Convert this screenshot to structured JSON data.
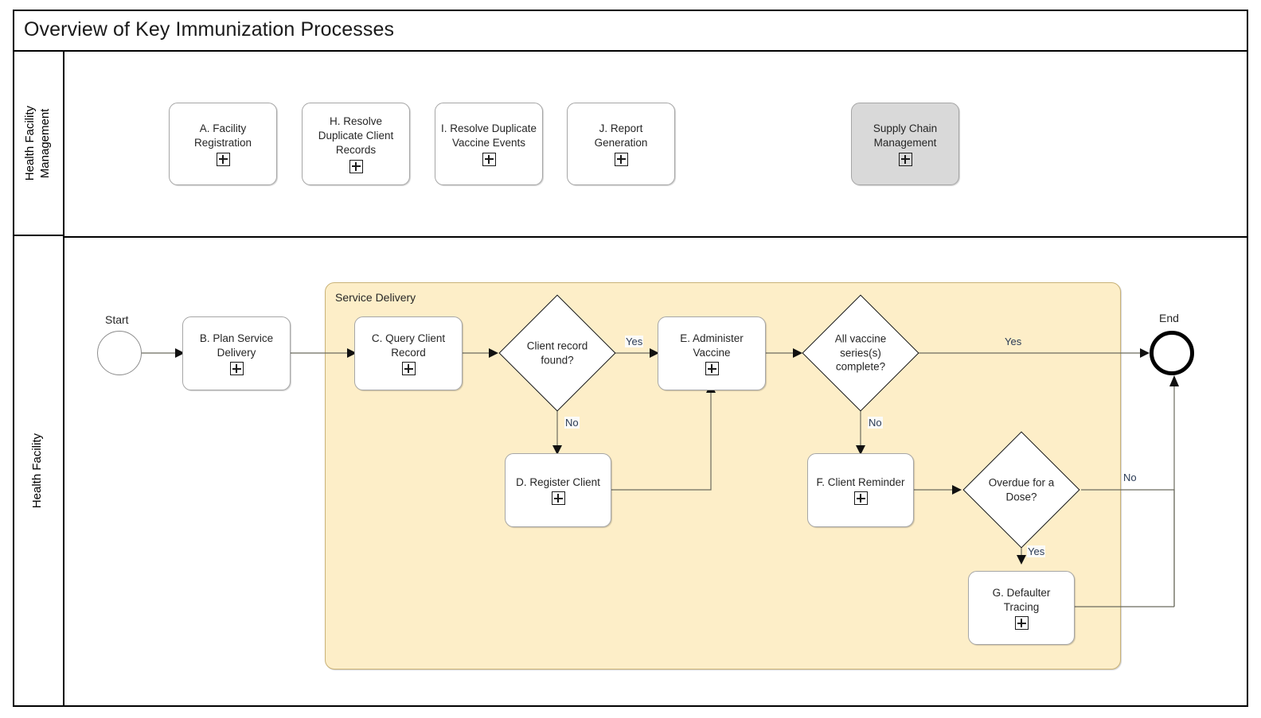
{
  "diagram": {
    "title": "Overview of Key Immunization Processes",
    "lanes": [
      {
        "id": "health-facility-management",
        "label": "Health Facility\nManagement"
      },
      {
        "id": "health-facility",
        "label": "Health Facility"
      }
    ],
    "subprocess_group": {
      "label": "Service Delivery"
    },
    "events": [
      {
        "id": "start",
        "label": "Start",
        "type": "start-event"
      },
      {
        "id": "end",
        "label": "End",
        "type": "end-event"
      }
    ],
    "top_lane_tasks": [
      {
        "id": "a-facility-registration",
        "label": "A. Facility\nRegistration",
        "marker": "+",
        "shaded": false
      },
      {
        "id": "h-resolve-duplicate-client-records",
        "label": "H. Resolve\nDuplicate Client\nRecords",
        "marker": "+",
        "shaded": false
      },
      {
        "id": "i-resolve-duplicate-vaccine-events",
        "label": "I. Resolve Duplicate\nVaccine Events",
        "marker": "+",
        "shaded": false
      },
      {
        "id": "j-report-generation",
        "label": "J. Report\nGeneration",
        "marker": "+",
        "shaded": false
      },
      {
        "id": "supply-chain-management",
        "label": "Supply Chain\nManagement",
        "marker": "+",
        "shaded": true
      }
    ],
    "bottom_lane_tasks": [
      {
        "id": "b-plan-service-delivery",
        "label": "B. Plan Service\nDelivery",
        "marker": "+"
      },
      {
        "id": "c-query-client-record",
        "label": "C. Query Client\nRecord",
        "marker": "+"
      },
      {
        "id": "d-register-client",
        "label": "D. Register Client",
        "marker": "+"
      },
      {
        "id": "e-administer-vaccine",
        "label": "E. Administer\nVaccine",
        "marker": "+"
      },
      {
        "id": "f-client-reminder",
        "label": "F. Client Reminder",
        "marker": "+"
      },
      {
        "id": "g-defaulter-tracing",
        "label": "G. Defaulter\nTracing",
        "marker": "+"
      }
    ],
    "gateways": [
      {
        "id": "client-record-found",
        "label": "Client record\nfound?"
      },
      {
        "id": "all-vaccine-series-complete",
        "label": "All vaccine\nseries(s)\ncomplete?"
      },
      {
        "id": "overdue-for-a-dose",
        "label": "Overdue for a\nDose?"
      }
    ],
    "flow_labels": {
      "record_found_yes": "Yes",
      "record_found_no": "No",
      "series_complete_yes": "Yes",
      "series_complete_no": "No",
      "overdue_no": "No",
      "overdue_yes": "Yes"
    },
    "colors": {
      "subprocess_fill": "#fdeec8",
      "subprocess_stroke": "#c9b277",
      "task_fill": "#ffffff",
      "task_stroke": "#a6a6a6",
      "shaded_task_fill": "#d9d9d9",
      "frame_stroke": "#000000",
      "flow_stroke": "#6b6b5e",
      "flow_label_text": "#2a3a55"
    }
  }
}
